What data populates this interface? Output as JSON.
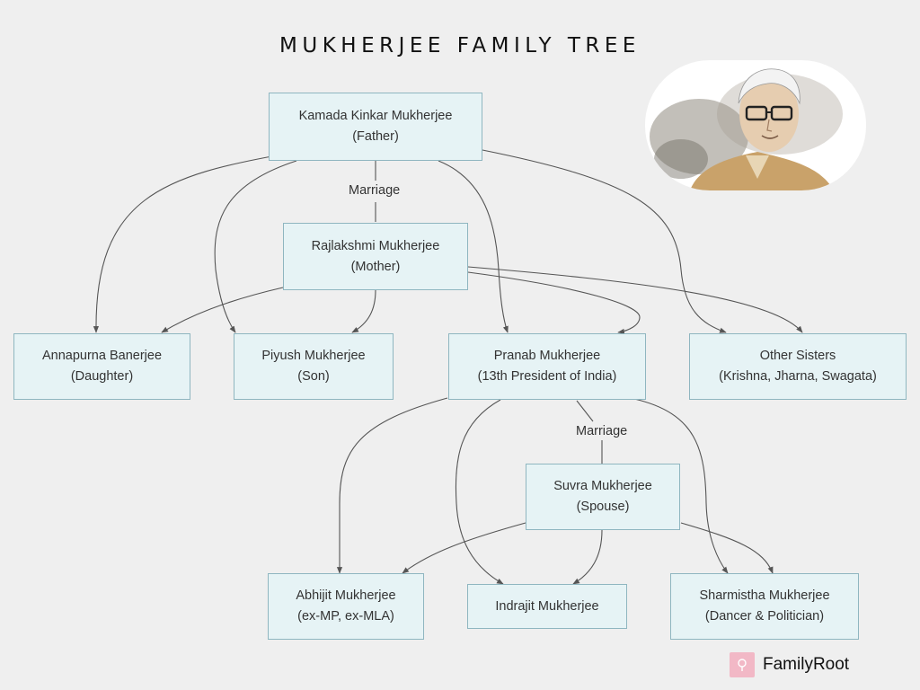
{
  "title": "MUKHERJEE FAMILY TREE",
  "nodes": {
    "father": {
      "name": "Kamada Kinkar Mukherjee",
      "role": "(Father)"
    },
    "mother": {
      "name": "Rajlakshmi Mukherjee",
      "role": "(Mother)"
    },
    "annapurna": {
      "name": "Annapurna Banerjee",
      "role": "(Daughter)"
    },
    "piyush": {
      "name": "Piyush Mukherjee",
      "role": "(Son)"
    },
    "pranab": {
      "name": "Pranab Mukherjee",
      "role": "(13th President of India)"
    },
    "sisters": {
      "name": "Other Sisters",
      "role": "(Krishna, Jharna, Swagata)"
    },
    "suvra": {
      "name": "Suvra Mukherjee",
      "role": "(Spouse)"
    },
    "abhijit": {
      "name": "Abhijit Mukherjee",
      "role": "(ex-MP, ex-MLA)"
    },
    "indrajit": {
      "name": "Indrajit Mukherjee"
    },
    "sharmistha": {
      "name": "Sharmistha Mukherjee",
      "role": "(Dancer & Politician)"
    }
  },
  "edge_labels": {
    "parents_marriage": "Marriage",
    "pranab_marriage": "Marriage"
  },
  "brand": {
    "name": "FamilyRoot"
  },
  "colors": {
    "node_fill": "#e6f3f5",
    "node_border": "#8fb6c0",
    "edge": "#555555",
    "background": "#efefef",
    "brand_logo": "#f2b8c6"
  },
  "icons": {
    "portrait": "portrait-illustration",
    "brand_logo": "familyroot-logo-icon"
  }
}
